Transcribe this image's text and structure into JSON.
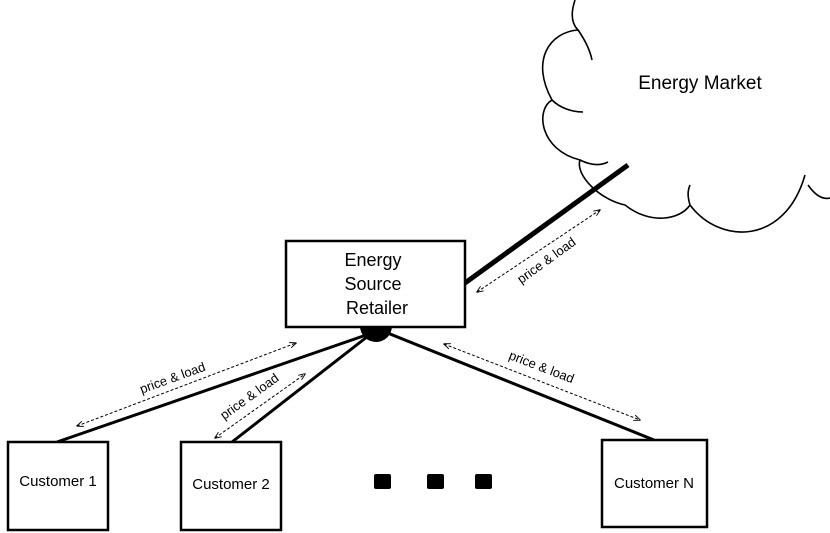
{
  "market": {
    "label": "Energy Market"
  },
  "retailer": {
    "lines": [
      "Energy",
      "Source",
      "Retailer"
    ]
  },
  "customers": [
    {
      "label": "Customer 1"
    },
    {
      "label": "Customer 2"
    },
    {
      "label": "Customer N"
    }
  ],
  "links": [
    {
      "label": "price & load"
    },
    {
      "label": "price & load"
    },
    {
      "label": "price & load"
    },
    {
      "label": "price & load"
    }
  ],
  "ellipsis_icon": "three-squares-ellipsis"
}
